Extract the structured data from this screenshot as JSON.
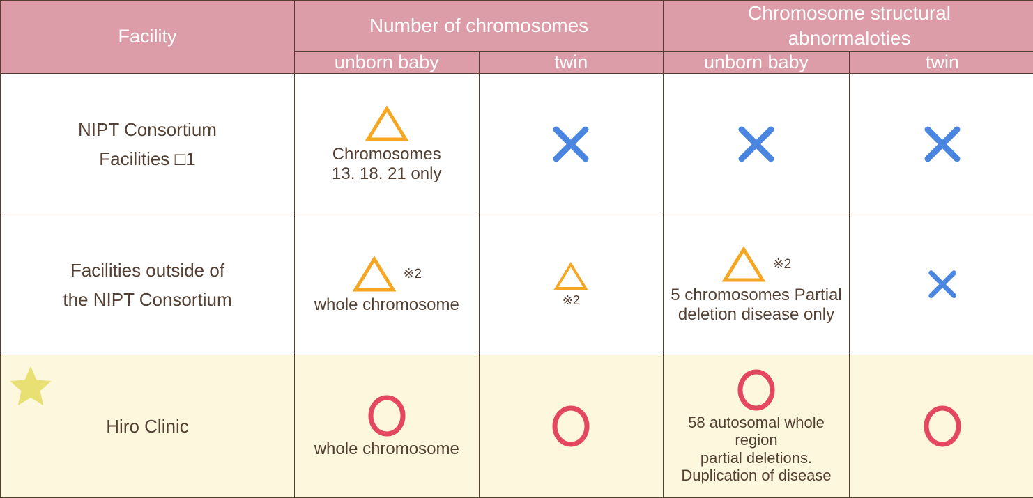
{
  "table": {
    "header": {
      "facility_label": "Facility",
      "groups": [
        {
          "label": "Number of chromosomes"
        },
        {
          "label": "Chromosome structural\nabnormaloties"
        }
      ],
      "subheaders": [
        "unborn baby",
        "twin",
        "unborn baby",
        "twin"
      ]
    },
    "rows": [
      {
        "facility": "NIPT Consortium\nFacilities □1",
        "highlighted": false,
        "starred": false,
        "cells": [
          {
            "mark": "triangle-icon",
            "note": "",
            "note_below": "",
            "text": "Chromosomes\n13. 18. 21 only"
          },
          {
            "mark": "cross-icon",
            "note": "",
            "note_below": "",
            "text": ""
          },
          {
            "mark": "cross-icon",
            "note": "",
            "note_below": "",
            "text": ""
          },
          {
            "mark": "cross-icon",
            "note": "",
            "note_below": "",
            "text": ""
          }
        ]
      },
      {
        "facility": "Facilities outside of\nthe NIPT Consortium",
        "highlighted": false,
        "starred": false,
        "cells": [
          {
            "mark": "triangle-icon",
            "note": "※2",
            "note_below": "",
            "text": "whole chromosome"
          },
          {
            "mark": "triangle-icon",
            "note": "",
            "note_below": "※2",
            "text": ""
          },
          {
            "mark": "triangle-icon",
            "note": "※2",
            "note_below": "",
            "text": "5 chromosomes Partial\ndeletion disease only"
          },
          {
            "mark": "cross-icon",
            "note": "",
            "note_below": "",
            "text": ""
          }
        ]
      },
      {
        "facility": "Hiro Clinic",
        "highlighted": true,
        "starred": true,
        "cells": [
          {
            "mark": "circle-icon",
            "note": "",
            "note_below": "",
            "text": "whole chromosome"
          },
          {
            "mark": "circle-icon",
            "note": "",
            "note_below": "",
            "text": ""
          },
          {
            "mark": "circle-icon",
            "note": "",
            "note_below": "",
            "text": "58 autosomal whole region\npartial deletions.\nDuplication of disease"
          },
          {
            "mark": "circle-icon",
            "note": "",
            "note_below": "",
            "text": ""
          }
        ]
      }
    ]
  },
  "colors": {
    "header_bg": "#dd9da8",
    "header_text": "#ffffff",
    "row_highlight_bg": "#fdf7dd",
    "row_bg": "#ffffff",
    "border": "#544033",
    "body_text": "#544033",
    "triangle": "#f5a623",
    "cross": "#4a86e0",
    "circle": "#e34860",
    "star": "#e8e072"
  }
}
